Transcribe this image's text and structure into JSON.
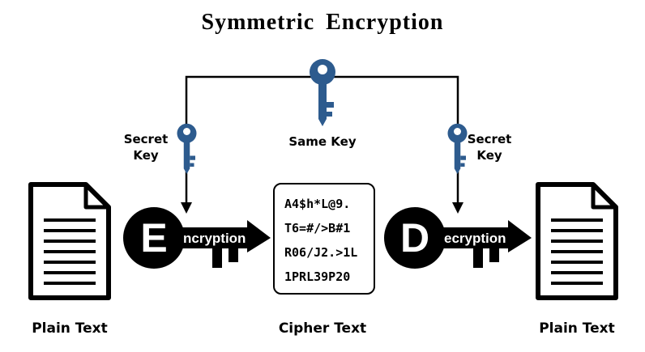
{
  "title": "Symmetric Encryption",
  "colors": {
    "key_blue": "#2d5b8e",
    "ink": "#000000"
  },
  "top_key": {
    "label": "Same Key"
  },
  "left_key": {
    "label_line1": "Secret",
    "label_line2": "Key"
  },
  "right_key": {
    "label_line1": "Secret",
    "label_line2": "Key"
  },
  "encryption_key": {
    "initial": "E",
    "rest": "ncryption"
  },
  "decryption_key": {
    "initial": "D",
    "rest": "ecryption"
  },
  "cipher_text": {
    "lines": [
      "A4$h*L@9.",
      "T6=#/>B#1",
      "R06/J2.>1L",
      "1PRL39P20"
    ]
  },
  "captions": {
    "left": "Plain Text",
    "center": "Cipher Text",
    "right": "Plain Text"
  }
}
